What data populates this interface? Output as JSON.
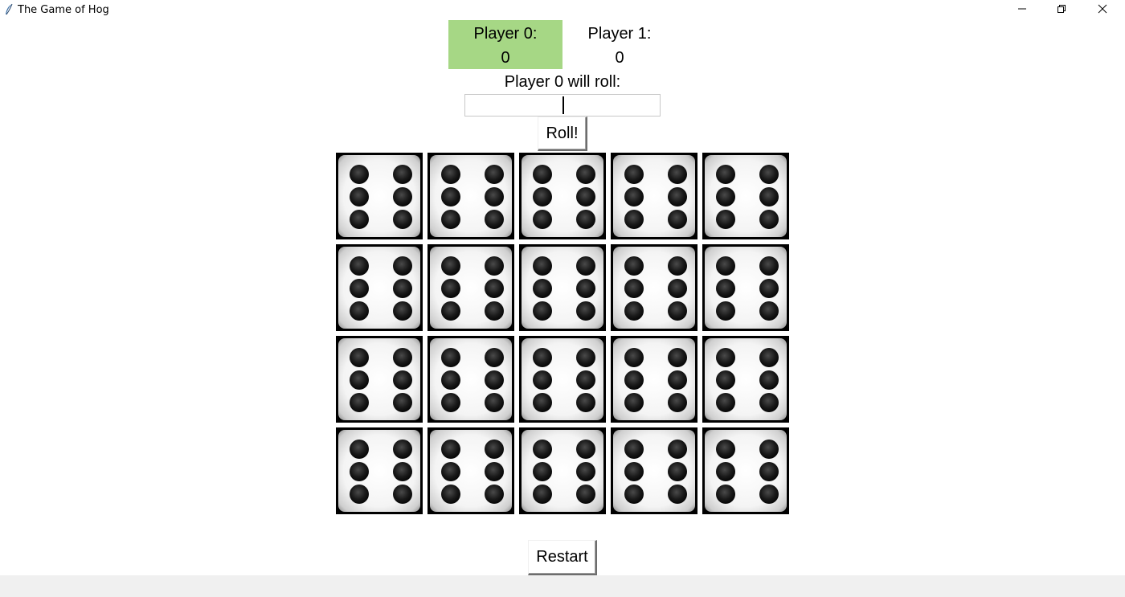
{
  "window": {
    "title": "The Game of Hog",
    "icon": "feather-icon",
    "controls": [
      "minimize-icon",
      "restore-icon",
      "close-icon"
    ]
  },
  "players": [
    {
      "label": "Player 0:",
      "score": "0",
      "active": true
    },
    {
      "label": "Player 1:",
      "score": "0",
      "active": false
    }
  ],
  "prompt": "Player 0 will roll:",
  "roll_input": {
    "value": ""
  },
  "roll_button": "Roll!",
  "restart_button": "Restart",
  "dice": {
    "rows": 4,
    "columns": 5,
    "values": [
      6,
      6,
      6,
      6,
      6,
      6,
      6,
      6,
      6,
      6,
      6,
      6,
      6,
      6,
      6,
      6,
      6,
      6,
      6,
      6
    ]
  },
  "colors": {
    "active_player": "#a6d785",
    "statusbar": "#f0f0f0"
  }
}
